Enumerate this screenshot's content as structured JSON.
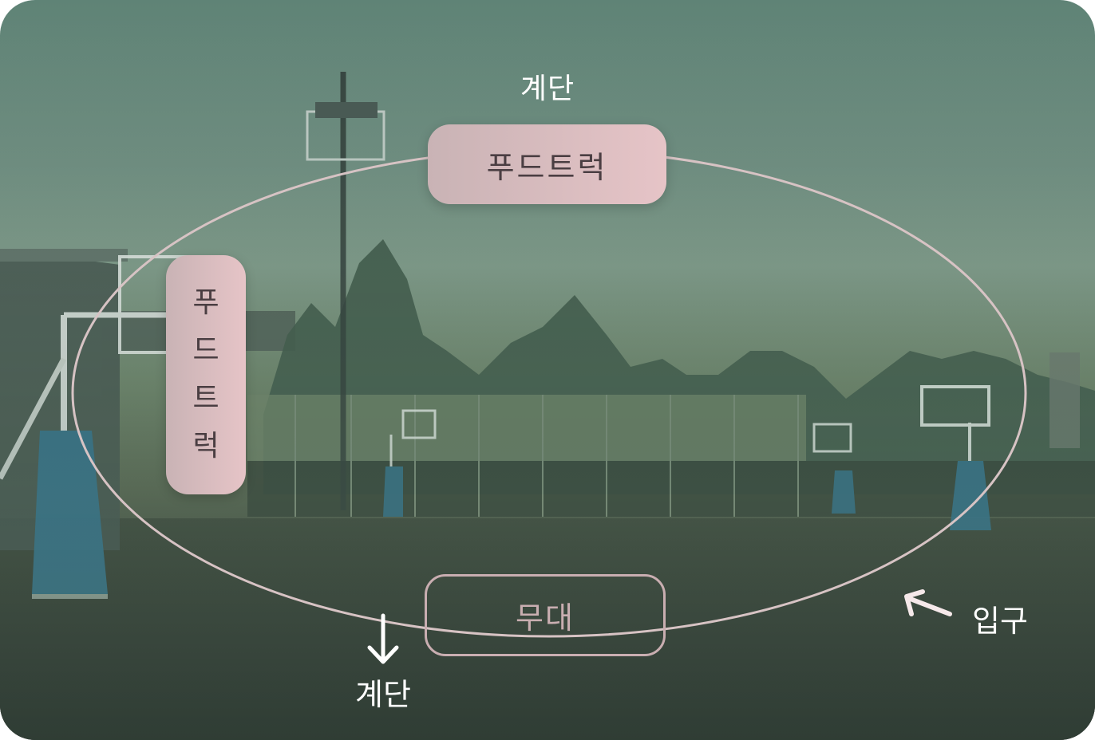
{
  "labels": {
    "top_stairs": "계단",
    "top_food_truck": "푸드트럭",
    "left_food_truck_chars": [
      "푸",
      "드",
      "트",
      "럭"
    ],
    "stage": "무대",
    "bottom_stairs": "계단",
    "entrance": "입구"
  },
  "colors": {
    "pill_fill_start": "#c9b3b5",
    "pill_fill_end": "#e6c4c7",
    "ellipse_stroke": "#d7c3c4",
    "stage_outline": "#c9aeb1",
    "arrow_color": "#ffffff",
    "entrance_arrow_color": "#f6e9ea"
  },
  "icons": {
    "stairs_arrow": "arrow-down-icon",
    "entrance_arrow": "arrow-up-left-icon"
  }
}
